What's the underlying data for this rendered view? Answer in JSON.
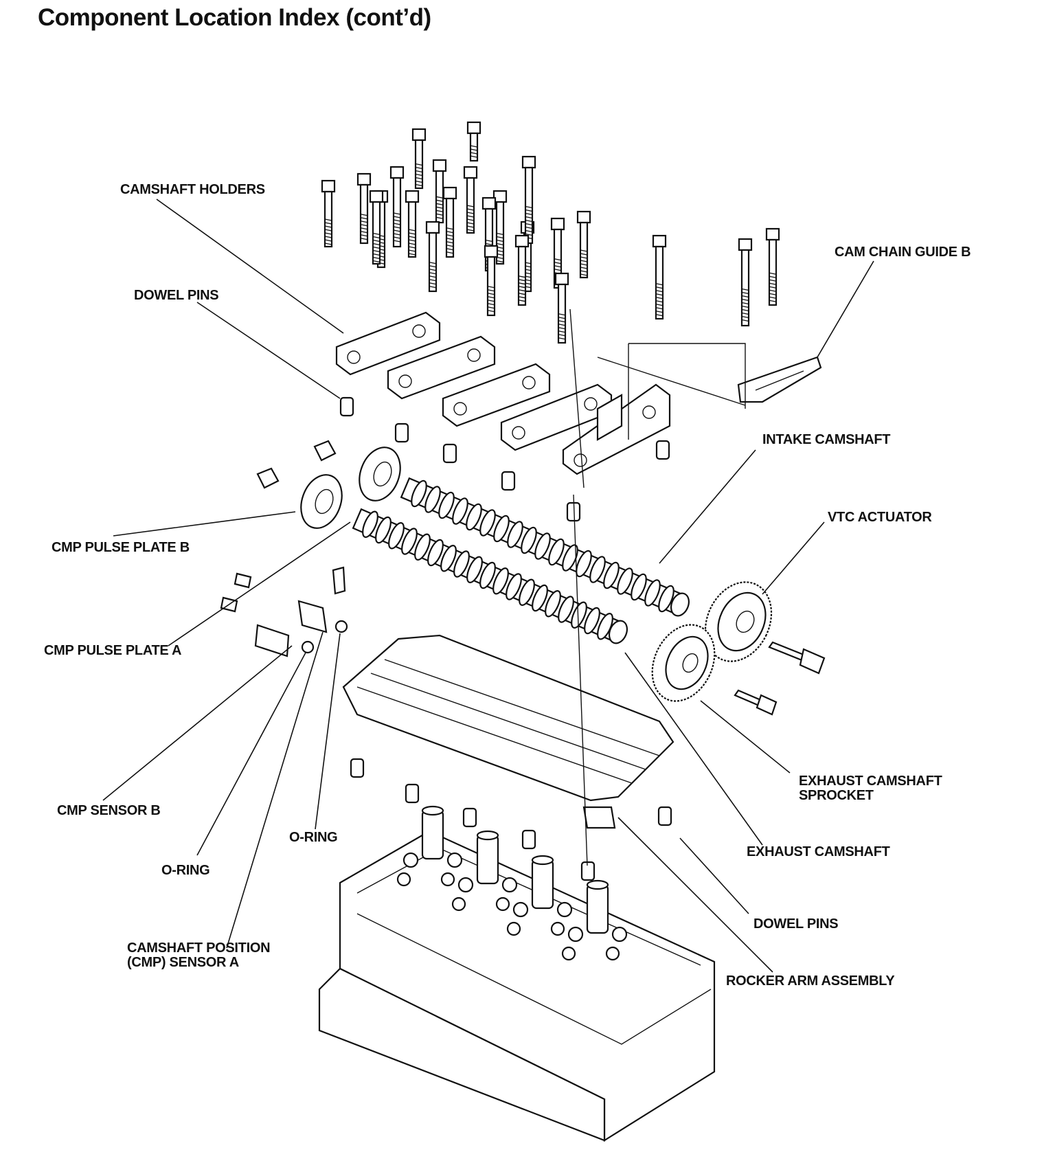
{
  "title": "Component Location Index (cont’d)",
  "labels": {
    "camshaft_holders": "CAMSHAFT HOLDERS",
    "dowel_pins_top": "DOWEL PINS",
    "cam_chain_guide_b": "CAM CHAIN GUIDE B",
    "intake_camshaft": "INTAKE CAMSHAFT",
    "vtc_actuator": "VTC ACTUATOR",
    "cmp_pulse_plate_b": "CMP PULSE PLATE B",
    "cmp_pulse_plate_a": "CMP PULSE PLATE A",
    "cmp_sensor_b": "CMP SENSOR B",
    "o_ring_right": "O-RING",
    "o_ring_left": "O-RING",
    "camshaft_position_sensor_a_line1": "CAMSHAFT POSITION",
    "camshaft_position_sensor_a_line2": "(CMP) SENSOR A",
    "exhaust_camshaft_sprocket_line1": "EXHAUST CAMSHAFT",
    "exhaust_camshaft_sprocket_line2": "SPROCKET",
    "exhaust_camshaft": "EXHAUST CAMSHAFT",
    "dowel_pins_bottom": "DOWEL PINS",
    "rocker_arm_assembly": "ROCKER ARM ASSEMBLY"
  }
}
